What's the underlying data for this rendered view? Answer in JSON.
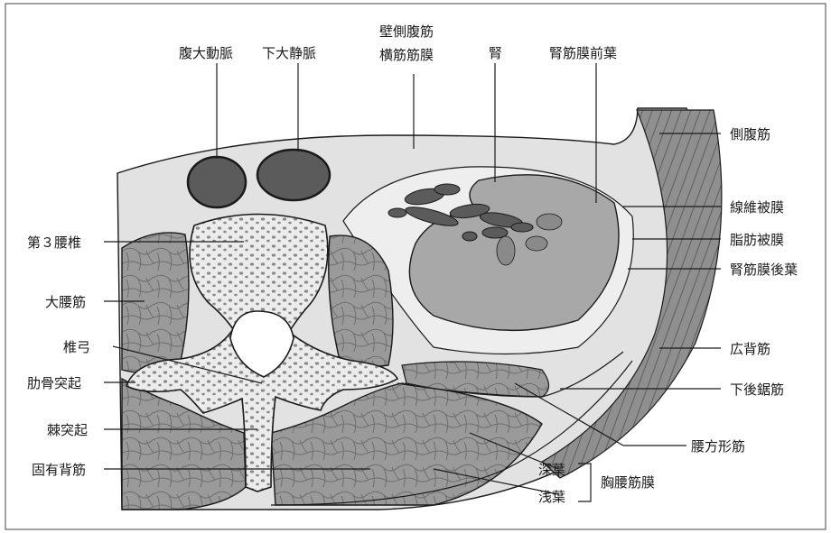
{
  "labels": {
    "aorta": "腹大動脈",
    "ivc": "下大静脈",
    "parietal_line1": "壁側腹筋",
    "parietal_line2": "横筋筋膜",
    "kidney": "腎",
    "anterior_renal_fascia": "腎筋膜前葉",
    "lateral_abdominal": "側腹筋",
    "fibrous_capsule": "線維被膜",
    "adipose_capsule": "脂肪被膜",
    "posterior_renal_fascia": "腎筋膜後葉",
    "l3": "第３腰椎",
    "psoas": "大腰筋",
    "vertebral_arch": "椎弓",
    "transverse_process": "肋骨突起",
    "spinous_process": "棘突起",
    "erector": "固有背筋",
    "latissimus": "広背筋",
    "serratus": "下後鋸筋",
    "quadratus": "腰方形筋",
    "deep_layer": "深葉",
    "superficial_layer": "浅葉",
    "thoracolumbar_fascia": "胸腰筋膜"
  },
  "colors": {
    "line": "#1a1a1a",
    "muscle": "#9a9a9a",
    "vessel": "#5b5b5b",
    "fat": "#d6d6d6",
    "bone": "#ececec",
    "kidney": "#a8a8a8"
  }
}
